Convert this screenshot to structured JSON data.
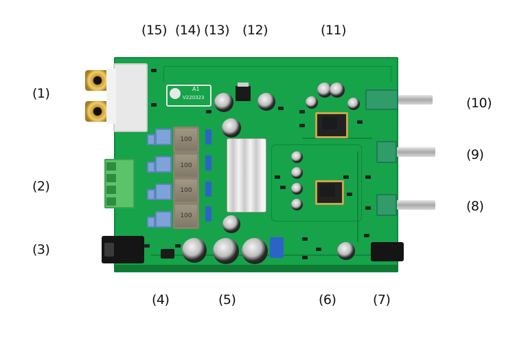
{
  "labels": {
    "l1": "(1)",
    "l2": "(2)",
    "l3": "(3)",
    "l4": "(4)",
    "l5": "(5)",
    "l6": "(6)",
    "l7": "(7)",
    "l8": "(8)",
    "l9": "(9)",
    "l10": "(10)",
    "l11": "(11)",
    "l12": "(12)",
    "l13": "(13)",
    "l14": "(14)",
    "l15": "(15)"
  },
  "board": {
    "silkscreen_model": "A1",
    "silkscreen_version": "V220323",
    "inductor_marking": "100",
    "color": "#16a34a"
  }
}
